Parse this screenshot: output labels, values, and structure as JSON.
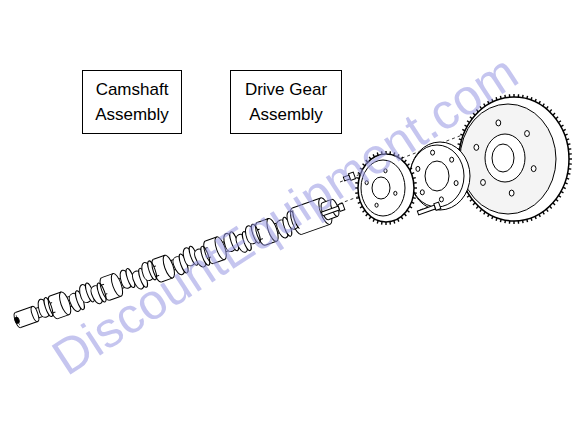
{
  "diagram": {
    "nodes": [
      {
        "text": [
          "Camshaft Assembly"
        ]
      },
      {
        "text": [
          "Drive Gear Assembly"
        ]
      }
    ],
    "labels": [
      "DiscountEquipment.com"
    ]
  }
}
